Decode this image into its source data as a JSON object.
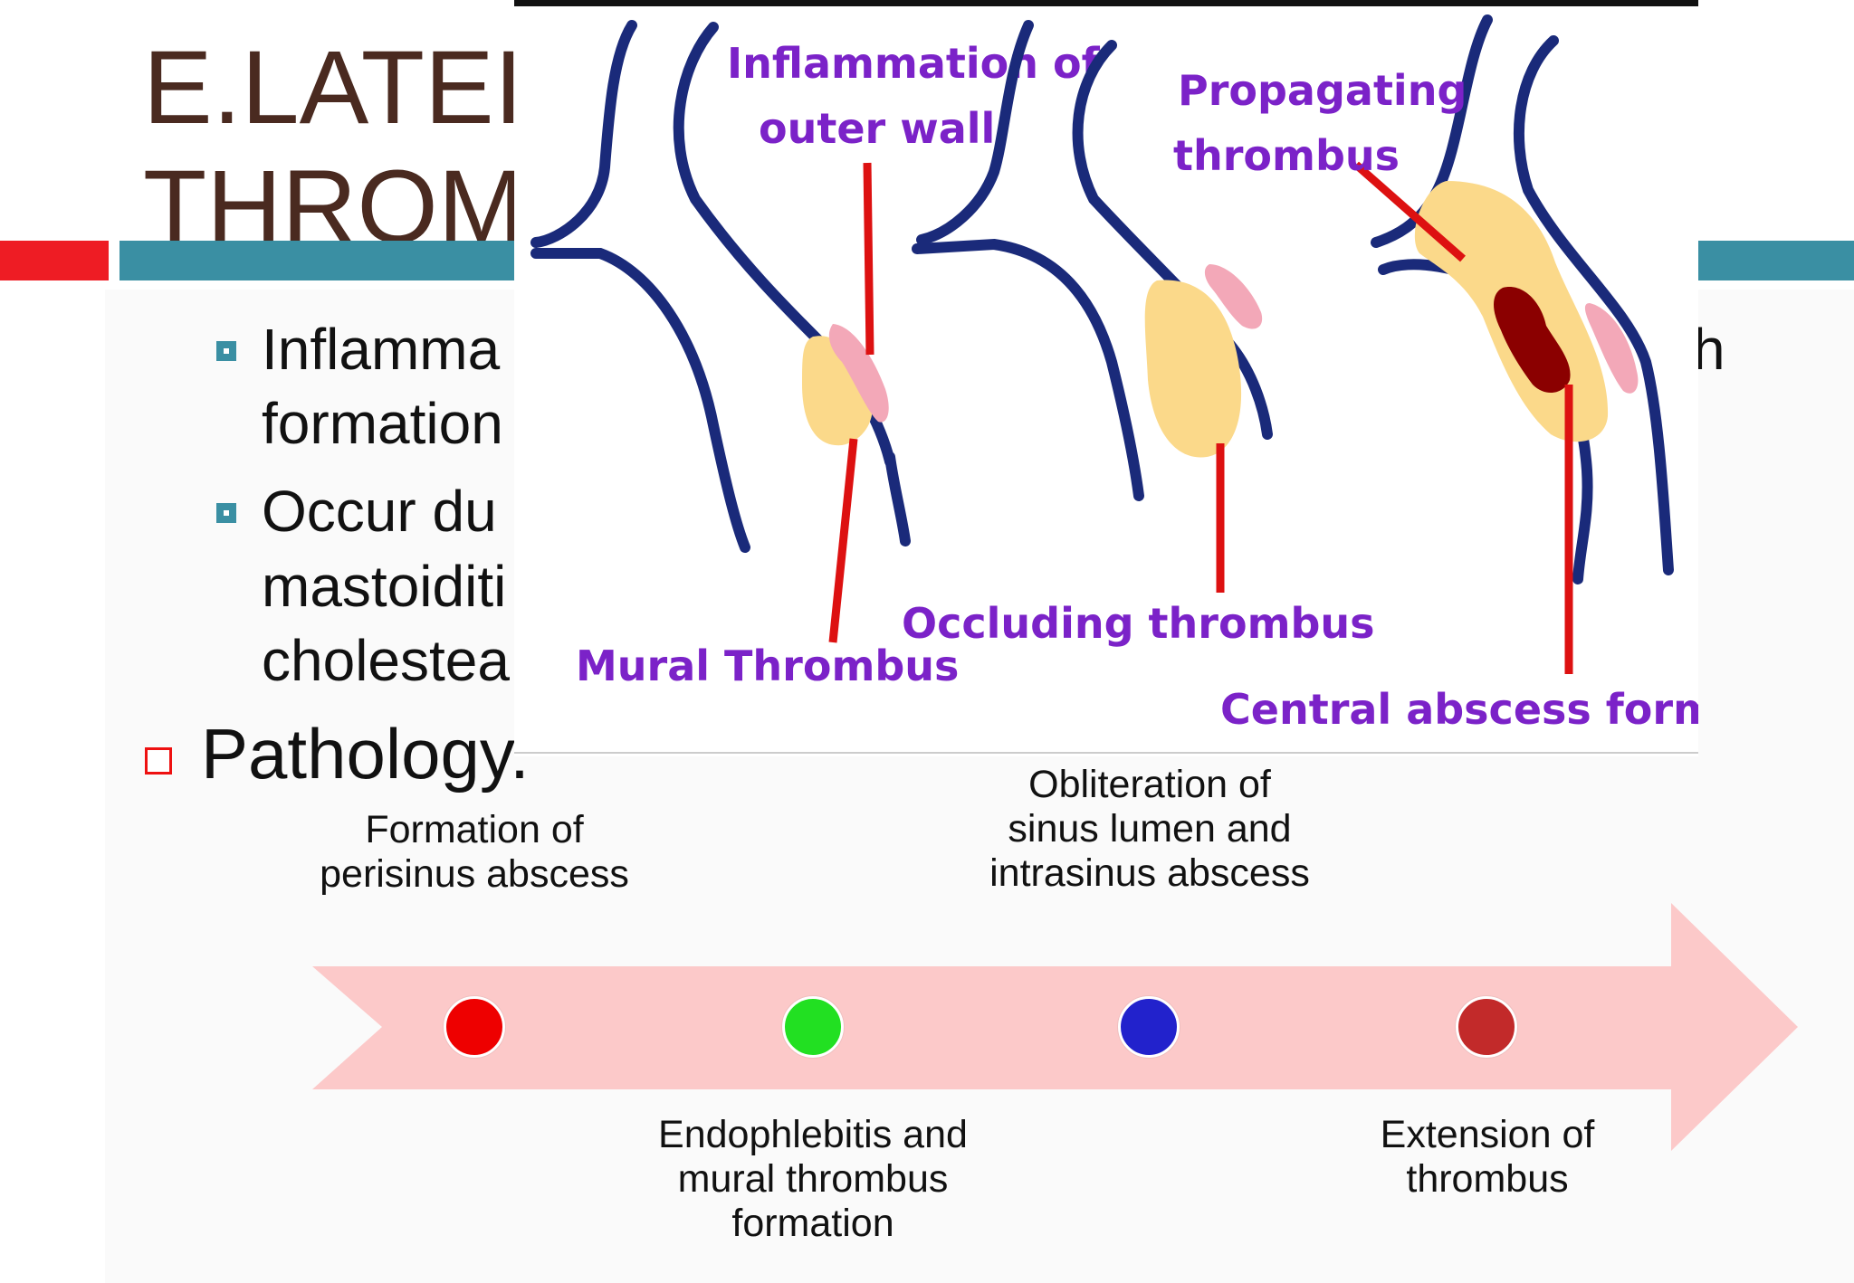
{
  "slide": {
    "title_line1": "E.LATEI",
    "title_line2": "THROM",
    "bullets": [
      {
        "lines": [
          "Inflamma",
          "formation"
        ]
      },
      {
        "lines": [
          "Occur du",
          "mastoiditi",
          "cholestea"
        ]
      }
    ],
    "stray_char": "h",
    "pathology_label": "Pathology."
  },
  "figure": {
    "labels": {
      "inflammation": [
        "Inflammation of",
        "outer wall"
      ],
      "propagating": [
        "Propagating",
        "thrombus"
      ],
      "mural": "Mural Thrombus",
      "occluding": "Occluding thrombus",
      "central": "Central abscess formation"
    },
    "colors": {
      "vessel": "#1a2a7a",
      "pointer": "#dd1111",
      "label_text": "#7b22c8",
      "thrombus": "#fbd98a",
      "wall_inflammation": "#f3a8b8",
      "abscess": "#8b0000"
    }
  },
  "timeline": {
    "arrow_color": "#fcc9c9",
    "stages": [
      {
        "label": "Formation of perisinus abscess",
        "color": "#ee0000",
        "position": "top"
      },
      {
        "label": "Endophlebitis and mural thrombus formation",
        "color": "#22e022",
        "position": "bottom"
      },
      {
        "label": "Obliteration of sinus lumen and intrasinus abscess",
        "color": "#2222cc",
        "position": "top"
      },
      {
        "label": "Extension of thrombus",
        "color": "#c22a2a",
        "position": "bottom"
      }
    ]
  }
}
